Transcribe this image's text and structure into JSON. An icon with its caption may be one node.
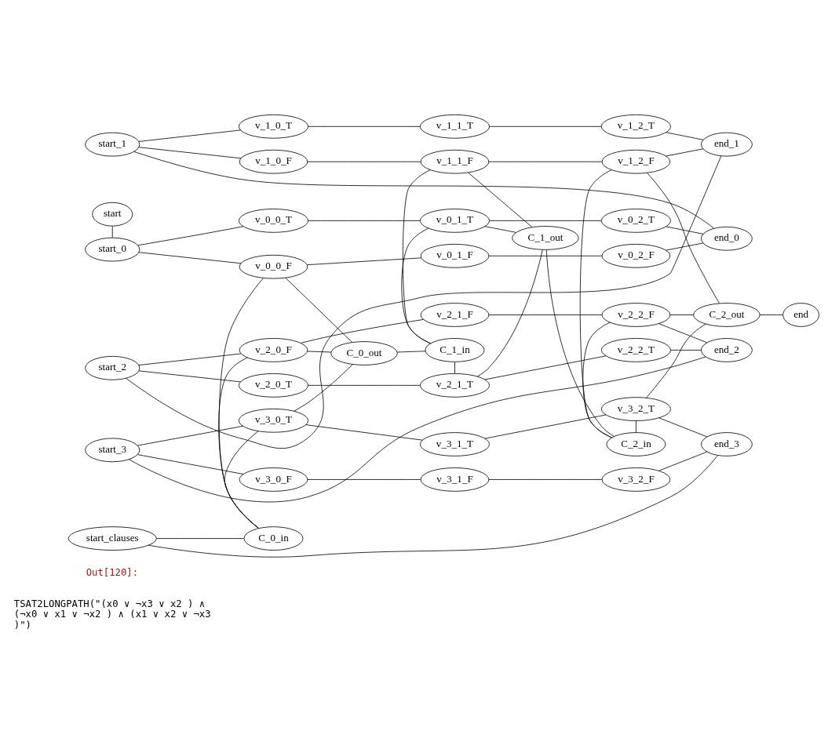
{
  "diagram": {
    "nodes": [
      {
        "text": [
          "start"
        ]
      },
      {
        "text": [
          "start_0"
        ]
      },
      {
        "text": [
          "v_0_0_T"
        ]
      },
      {
        "text": [
          "v_0_1_T"
        ]
      },
      {
        "text": [
          "v_0_2_T"
        ]
      },
      {
        "text": [
          "v_0_0_F"
        ]
      },
      {
        "text": [
          "v_0_1_F"
        ]
      },
      {
        "text": [
          "v_0_2_F"
        ]
      },
      {
        "text": [
          "end_0"
        ]
      },
      {
        "text": [
          "start_1"
        ]
      },
      {
        "text": [
          "v_1_0_T"
        ]
      },
      {
        "text": [
          "v_1_1_T"
        ]
      },
      {
        "text": [
          "v_1_2_T"
        ]
      },
      {
        "text": [
          "v_1_0_F"
        ]
      },
      {
        "text": [
          "v_1_1_F"
        ]
      },
      {
        "text": [
          "v_1_2_F"
        ]
      },
      {
        "text": [
          "end_1"
        ]
      },
      {
        "text": [
          "start_2"
        ]
      },
      {
        "text": [
          "v_2_0_T"
        ]
      },
      {
        "text": [
          "v_2_1_T"
        ]
      },
      {
        "text": [
          "v_2_2_T"
        ]
      },
      {
        "text": [
          "v_2_0_F"
        ]
      },
      {
        "text": [
          "v_2_1_F"
        ]
      },
      {
        "text": [
          "v_2_2_F"
        ]
      },
      {
        "text": [
          "end_2"
        ]
      },
      {
        "text": [
          "start_3"
        ]
      },
      {
        "text": [
          "v_3_0_T"
        ]
      },
      {
        "text": [
          "v_3_1_T"
        ]
      },
      {
        "text": [
          "v_3_2_T"
        ]
      },
      {
        "text": [
          "v_3_0_F"
        ]
      },
      {
        "text": [
          "v_3_1_F"
        ]
      },
      {
        "text": [
          "v_3_2_F"
        ]
      },
      {
        "text": [
          "end_3"
        ]
      },
      {
        "text": [
          "start_clauses"
        ]
      },
      {
        "text": [
          "C_0_in"
        ]
      },
      {
        "text": [
          "C_0_out"
        ]
      },
      {
        "text": [
          "C_1_in"
        ]
      },
      {
        "text": [
          "C_1_out"
        ]
      },
      {
        "text": [
          "C_2_in"
        ]
      },
      {
        "text": [
          "C_2_out"
        ]
      },
      {
        "text": [
          "end"
        ]
      }
    ],
    "edges": [
      {
        "from": 0,
        "to": 1,
        "arrow": "none"
      },
      {
        "from": 1,
        "to": 2,
        "arrow": "none"
      },
      {
        "from": 1,
        "to": 5,
        "arrow": "none"
      },
      {
        "from": 2,
        "to": 3,
        "arrow": "none"
      },
      {
        "from": 3,
        "to": 4,
        "arrow": "none"
      },
      {
        "from": 5,
        "to": 6,
        "arrow": "none"
      },
      {
        "from": 6,
        "to": 7,
        "arrow": "none"
      },
      {
        "from": 4,
        "to": 8,
        "arrow": "none"
      },
      {
        "from": 7,
        "to": 8,
        "arrow": "none"
      },
      {
        "from": 8,
        "to": 9,
        "arrow": "none"
      },
      {
        "from": 9,
        "to": 10,
        "arrow": "none"
      },
      {
        "from": 9,
        "to": 13,
        "arrow": "none"
      },
      {
        "from": 10,
        "to": 11,
        "arrow": "none"
      },
      {
        "from": 11,
        "to": 12,
        "arrow": "none"
      },
      {
        "from": 13,
        "to": 14,
        "arrow": "none"
      },
      {
        "from": 14,
        "to": 15,
        "arrow": "none"
      },
      {
        "from": 12,
        "to": 16,
        "arrow": "none"
      },
      {
        "from": 15,
        "to": 16,
        "arrow": "none"
      },
      {
        "from": 16,
        "to": 17,
        "arrow": "none"
      },
      {
        "from": 17,
        "to": 18,
        "arrow": "none"
      },
      {
        "from": 17,
        "to": 21,
        "arrow": "none"
      },
      {
        "from": 18,
        "to": 19,
        "arrow": "none"
      },
      {
        "from": 19,
        "to": 20,
        "arrow": "none"
      },
      {
        "from": 21,
        "to": 22,
        "arrow": "none"
      },
      {
        "from": 22,
        "to": 23,
        "arrow": "none"
      },
      {
        "from": 20,
        "to": 24,
        "arrow": "none"
      },
      {
        "from": 23,
        "to": 24,
        "arrow": "none"
      },
      {
        "from": 24,
        "to": 25,
        "arrow": "none"
      },
      {
        "from": 25,
        "to": 26,
        "arrow": "none"
      },
      {
        "from": 25,
        "to": 29,
        "arrow": "none"
      },
      {
        "from": 26,
        "to": 27,
        "arrow": "none"
      },
      {
        "from": 27,
        "to": 28,
        "arrow": "none"
      },
      {
        "from": 29,
        "to": 30,
        "arrow": "none"
      },
      {
        "from": 30,
        "to": 31,
        "arrow": "none"
      },
      {
        "from": 28,
        "to": 32,
        "arrow": "none"
      },
      {
        "from": 31,
        "to": 32,
        "arrow": "none"
      },
      {
        "from": 32,
        "to": 33,
        "arrow": "none"
      },
      {
        "from": 33,
        "to": 34,
        "arrow": "none"
      },
      {
        "from": 35,
        "to": 36,
        "arrow": "none"
      },
      {
        "from": 37,
        "to": 38,
        "arrow": "none"
      },
      {
        "from": 39,
        "to": 40,
        "arrow": "none"
      },
      {
        "from": 5,
        "to": 34,
        "arrow": "none"
      },
      {
        "from": 5,
        "to": 35,
        "arrow": "none"
      },
      {
        "from": 26,
        "to": 34,
        "arrow": "none"
      },
      {
        "from": 26,
        "to": 35,
        "arrow": "none"
      },
      {
        "from": 21,
        "to": 34,
        "arrow": "none"
      },
      {
        "from": 21,
        "to": 35,
        "arrow": "none"
      },
      {
        "from": 3,
        "to": 36,
        "arrow": "none"
      },
      {
        "from": 3,
        "to": 37,
        "arrow": "none"
      },
      {
        "from": 14,
        "to": 36,
        "arrow": "none"
      },
      {
        "from": 14,
        "to": 37,
        "arrow": "none"
      },
      {
        "from": 19,
        "to": 36,
        "arrow": "none"
      },
      {
        "from": 19,
        "to": 37,
        "arrow": "none"
      },
      {
        "from": 15,
        "to": 38,
        "arrow": "none"
      },
      {
        "from": 15,
        "to": 39,
        "arrow": "none"
      },
      {
        "from": 23,
        "to": 38,
        "arrow": "none"
      },
      {
        "from": 23,
        "to": 39,
        "arrow": "none"
      },
      {
        "from": 28,
        "to": 38,
        "arrow": "none"
      },
      {
        "from": 28,
        "to": 39,
        "arrow": "none"
      }
    ],
    "labels": [
      "TSAT2LONGPATH(\"(x0 ∨ ¬x3 ∨ x2 ) ∧ (¬x0 ∨ x1 ∨ ¬x2 ) ∧ (x1 ∨ x2 ∨ ¬x3 )\")",
      "Out[120]:"
    ]
  }
}
